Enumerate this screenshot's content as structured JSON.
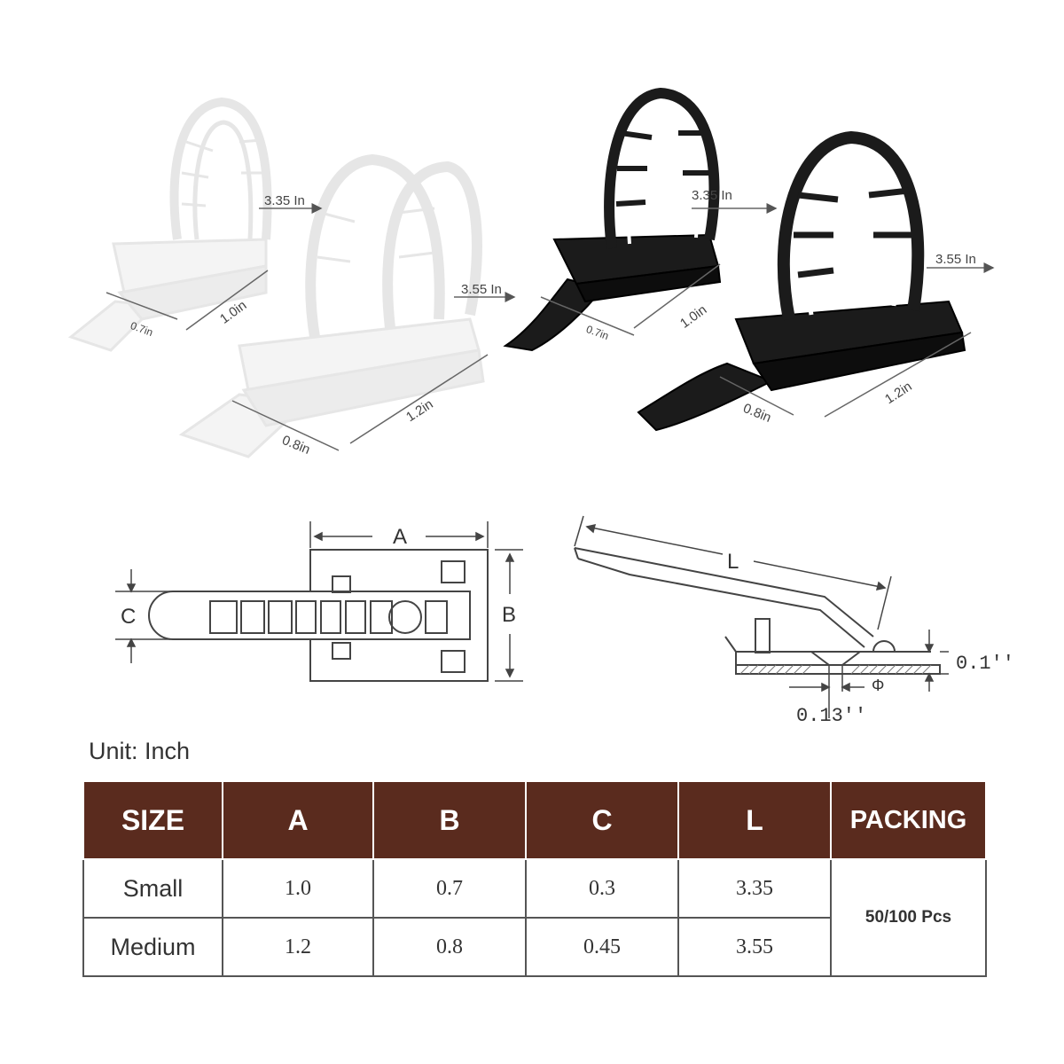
{
  "photo_labels": {
    "white_small_l": "3.35 In",
    "white_small_a": "1.0in",
    "white_small_b": "0.7in",
    "white_medium_l": "3.55 In",
    "white_medium_a": "1.2in",
    "white_medium_b": "0.8in",
    "black_small_l": "3.35 In",
    "black_small_a": "1.0in",
    "black_small_b": "0.7in",
    "black_medium_l": "3.55 In",
    "black_medium_a": "1.2in",
    "black_medium_b": "0.8in"
  },
  "drawing_labels": {
    "a": "A",
    "b": "B",
    "c": "C",
    "l": "L",
    "thickness": "0.1''",
    "hole": "0.13''",
    "phi": "Φ"
  },
  "unit_label": "Unit: Inch",
  "table": {
    "headers": [
      "SIZE",
      "A",
      "B",
      "C",
      "L",
      "PACKING"
    ],
    "rows": [
      {
        "size": "Small",
        "a": "1.0",
        "b": "0.7",
        "c": "0.3",
        "l": "3.35"
      },
      {
        "size": "Medium",
        "a": "1.2",
        "b": "0.8",
        "c": "0.45",
        "l": "3.55"
      }
    ],
    "packing": "50/100 Pcs"
  },
  "colors": {
    "header_bg": "#5a2b1e",
    "black_clip": "#1b1b1b",
    "white_clip": "#f2f2f2"
  }
}
